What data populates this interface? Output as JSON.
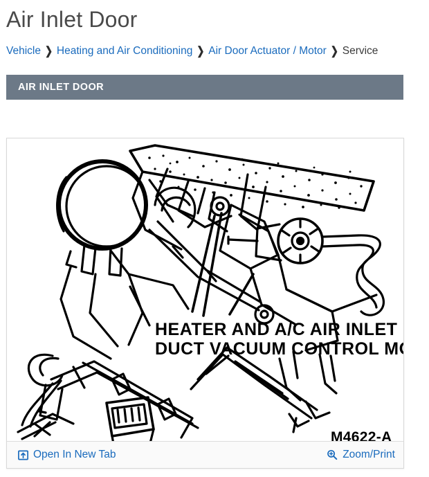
{
  "page": {
    "title": "Air Inlet Door"
  },
  "breadcrumb": {
    "separator": "❯",
    "items": [
      {
        "label": "Vehicle",
        "current": false
      },
      {
        "label": "Heating and Air Conditioning",
        "current": false
      },
      {
        "label": "Air Door Actuator / Motor",
        "current": false
      },
      {
        "label": "Service",
        "current": true
      }
    ]
  },
  "section": {
    "title": "AIR INLET DOOR",
    "bar_color": "#6c7987"
  },
  "figure": {
    "caption_line1": "HEATER AND A/C AIR INLET",
    "caption_line2": "DUCT VACUUM CONTROL MOTOR",
    "figure_number": "M4622-A",
    "alt": "Line-art technical illustration of the heater and A/C air inlet duct vacuum control motor assembly"
  },
  "toolbar": {
    "open_new_tab_label": "Open In New Tab",
    "open_new_tab_icon": "open-in-new-window-icon",
    "zoom_print_label": "Zoom/Print",
    "zoom_print_icon": "magnifier-plus-icon",
    "link_color": "#1a6bbd"
  }
}
